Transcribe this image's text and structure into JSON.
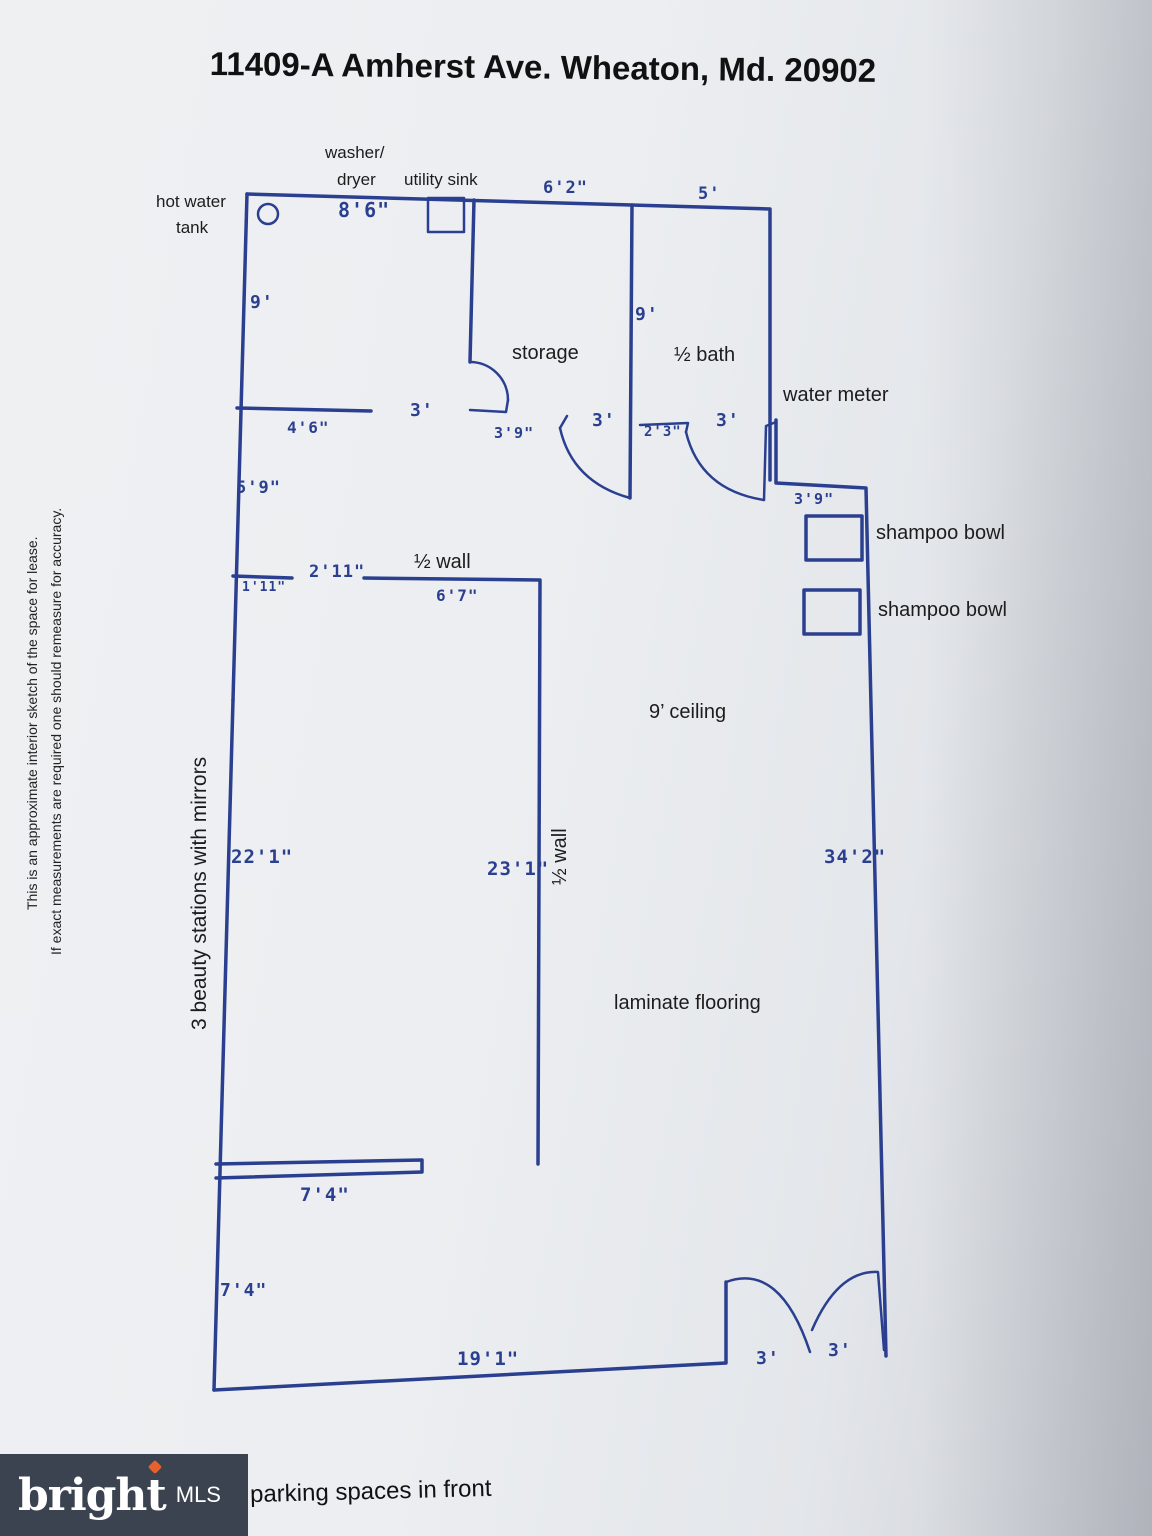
{
  "title": "11409-A Amherst Ave. Wheaton, Md. 20902",
  "disclaimer": {
    "line1": "This is an approximate interior sketch of the space for lease.",
    "line2": "If exact measurements are required one should remeasure for accuracy."
  },
  "labels": {
    "washer": "washer/",
    "dryer": "dryer",
    "utility_sink": "utility sink",
    "hot_water": "hot water",
    "tank": "tank",
    "storage": "storage",
    "half_bath": "½ bath",
    "water_meter": "water meter",
    "shampoo_bowl_1": "shampoo bowl",
    "shampoo_bowl_2": "shampoo bowl",
    "half_wall_top": "½ wall",
    "half_wall_vertical": "½ wall",
    "ceiling": "9’ ceiling",
    "flooring": "laminate flooring",
    "beauty_stations": "3 beauty stations with mirrors",
    "parking": "parking spaces in front"
  },
  "measurements": {
    "m_8_6": "8'6\"",
    "m_6_2": "6'2\"",
    "m_5": "5'",
    "m_9_left": "9'",
    "m_9_mid": "9'",
    "m_4_6": "4'6\"",
    "m_3_a": "3'",
    "m_3_9_storage": "3'9\"",
    "m_3_b": "3'",
    "m_2_3": "2'3\"",
    "m_3_c": "3'",
    "m_3_9_right": "3'9\"",
    "m_5_9": "5'9\"",
    "m_2_11": "2'11\"",
    "m_1_11": "1'11\"",
    "m_6_7": "6'7\"",
    "m_22_1": "22'1\"",
    "m_23_1": "23'1\"",
    "m_34_2": "34'2\"",
    "m_7_4_a": "7'4\"",
    "m_7_4_b": "7'4\"",
    "m_19_1": "19'1\"",
    "m_3_door_l": "3'",
    "m_3_door_r": "3'"
  },
  "watermark": {
    "brand": "bright",
    "suffix": "MLS"
  },
  "colors": {
    "ink": "#2a3f8f",
    "paper": "#eceef1",
    "badge": "#3b4250",
    "accent": "#e8612c"
  }
}
